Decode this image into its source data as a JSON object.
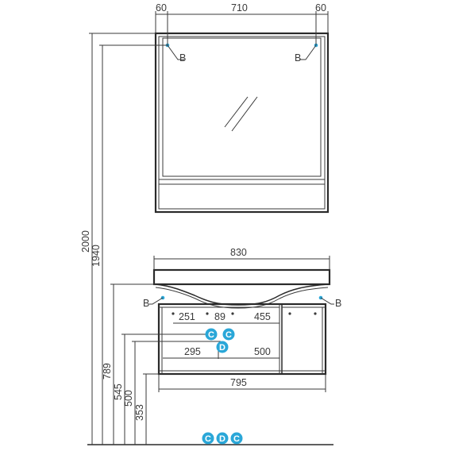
{
  "mirror": {
    "width_left": "60",
    "width_center": "710",
    "width_right": "60",
    "label_b_left": "B",
    "label_b_right": "B"
  },
  "heights": {
    "h_2000": "2000",
    "h_1940": "1940",
    "h_789": "789",
    "h_545": "545",
    "h_500": "500",
    "h_353": "353"
  },
  "vanity": {
    "top_width": "830",
    "label_b_left": "B",
    "label_b_right": "B",
    "dim_251": "251",
    "dim_89": "89",
    "dim_455": "455",
    "dim_295": "295",
    "dim_500": "500",
    "bottom_width": "795"
  },
  "markers": {
    "c": "C",
    "d": "D"
  },
  "colors": {
    "accent": "#2aa7d8",
    "line": "#3a3a3a"
  }
}
